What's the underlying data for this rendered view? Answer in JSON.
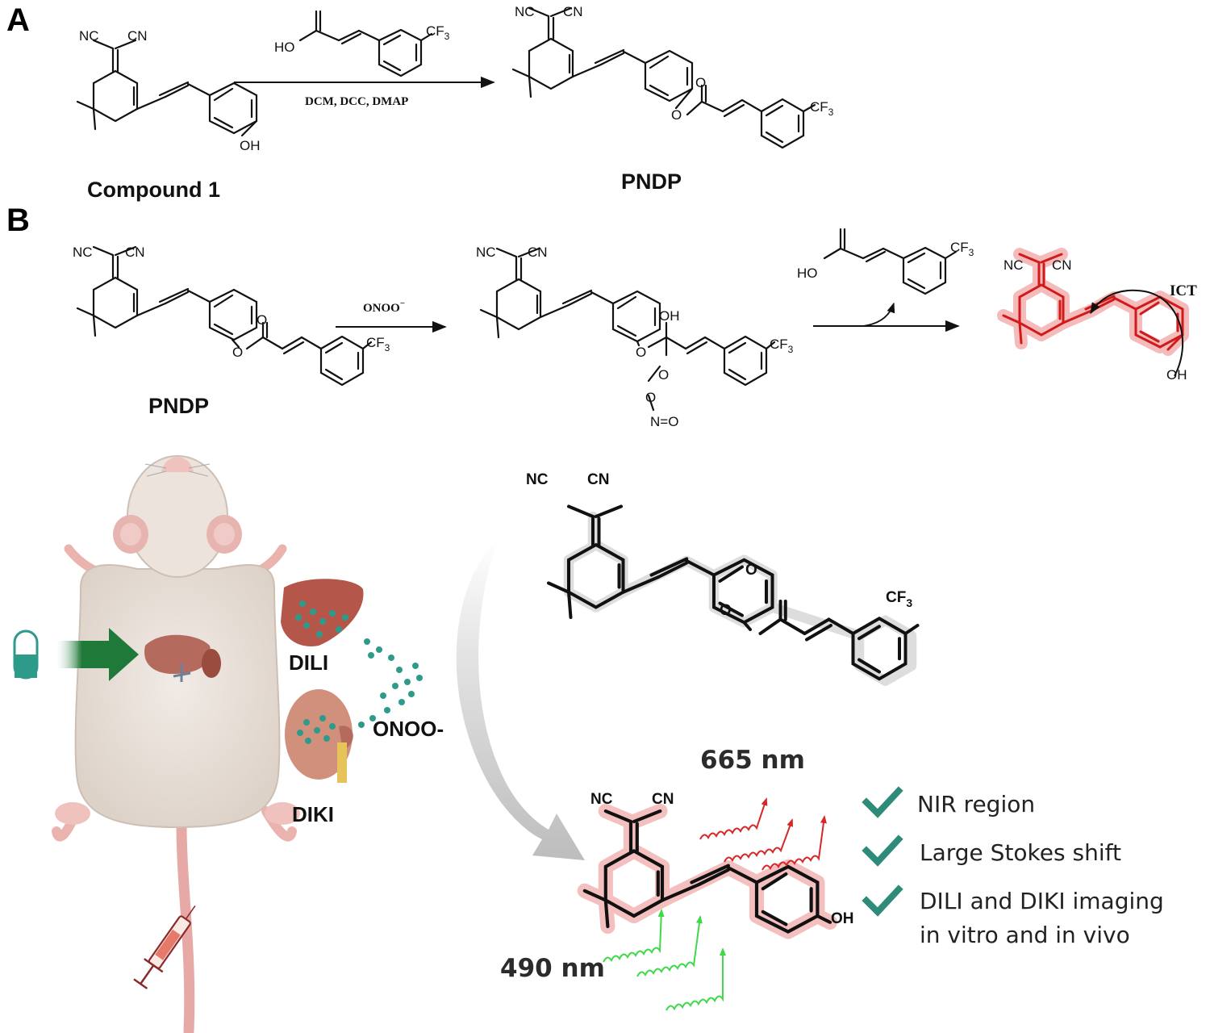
{
  "panels": {
    "a": "A",
    "b": "B"
  },
  "scheme_a": {
    "reactant_name": "Compound 1",
    "product_name": "PNDP",
    "conditions": "DCM, DCC, DMAP"
  },
  "scheme_b": {
    "reactant_name": "PNDP",
    "reagent": "ONOO",
    "reagent_charge": "−",
    "mechanism": "ICT"
  },
  "atoms": {
    "nc": "NC",
    "cn": "CN",
    "oh": "OH",
    "ho": "HO",
    "o": "O",
    "cf3": "CF",
    "sub3": "3",
    "nitroso": "N=O"
  },
  "illustration": {
    "organ_liver": "DILI",
    "organ_kidney": "DIKI",
    "analyte": "ONOO-",
    "excitation": "490 nm",
    "emission": "665 nm"
  },
  "features": [
    "NIR region",
    "Large Stokes shift",
    "DILI and DIKI imaging",
    "in vitro and in vivo"
  ],
  "colors": {
    "product_glow": "#f2a0a0",
    "product_bonds": "#d11a1a",
    "check": "#2e8b7a",
    "excitation_wave": "#3fd84a",
    "emission_wave": "#d62828",
    "arrow_green": "#1f7a3a"
  }
}
